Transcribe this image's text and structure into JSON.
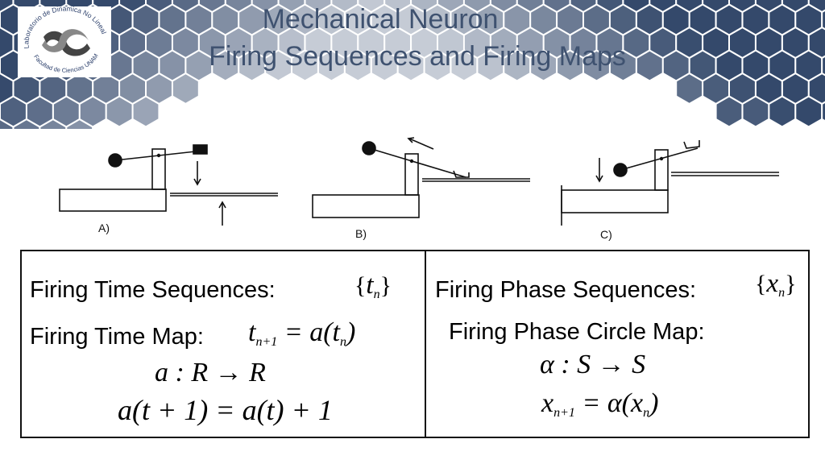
{
  "slide": {
    "title_line1": "Mechanical Neuron",
    "title_line2": "Firing Sequences and Firing Maps"
  },
  "logo": {
    "text_top": "Laboratorio de Dinámica No Lineal",
    "text_bottom": "Facultad de Ciencias UNAM"
  },
  "diagrams": {
    "labels": [
      "A)",
      "B)",
      "C)"
    ]
  },
  "left_panel": {
    "seq_label": "Firing Time Sequences:",
    "seq_symbol": "t",
    "seq_sub": "n",
    "map_label": "Firing Time Map:",
    "map_lhs": "t",
    "map_lhs_sub": "n+1",
    "map_rhs": "= a(t",
    "map_rhs_sub": "n",
    "map_rhs_end": ")",
    "domain": "a : R → R",
    "lift": "a(t + 1) = a(t) + 1"
  },
  "right_panel": {
    "seq_label": "Firing Phase Sequences:",
    "seq_symbol": "x",
    "seq_sub": "n",
    "map_label": "Firing Phase Circle Map:",
    "domain": "α : S → S",
    "map_lhs": "x",
    "map_lhs_sub": "n+1",
    "map_rhs": "= α(x",
    "map_rhs_sub": "n",
    "map_rhs_end": ")"
  },
  "colors": {
    "hex_dark": "#34496b",
    "hex_light": "#c6ccd6",
    "title": "#3f5270"
  }
}
